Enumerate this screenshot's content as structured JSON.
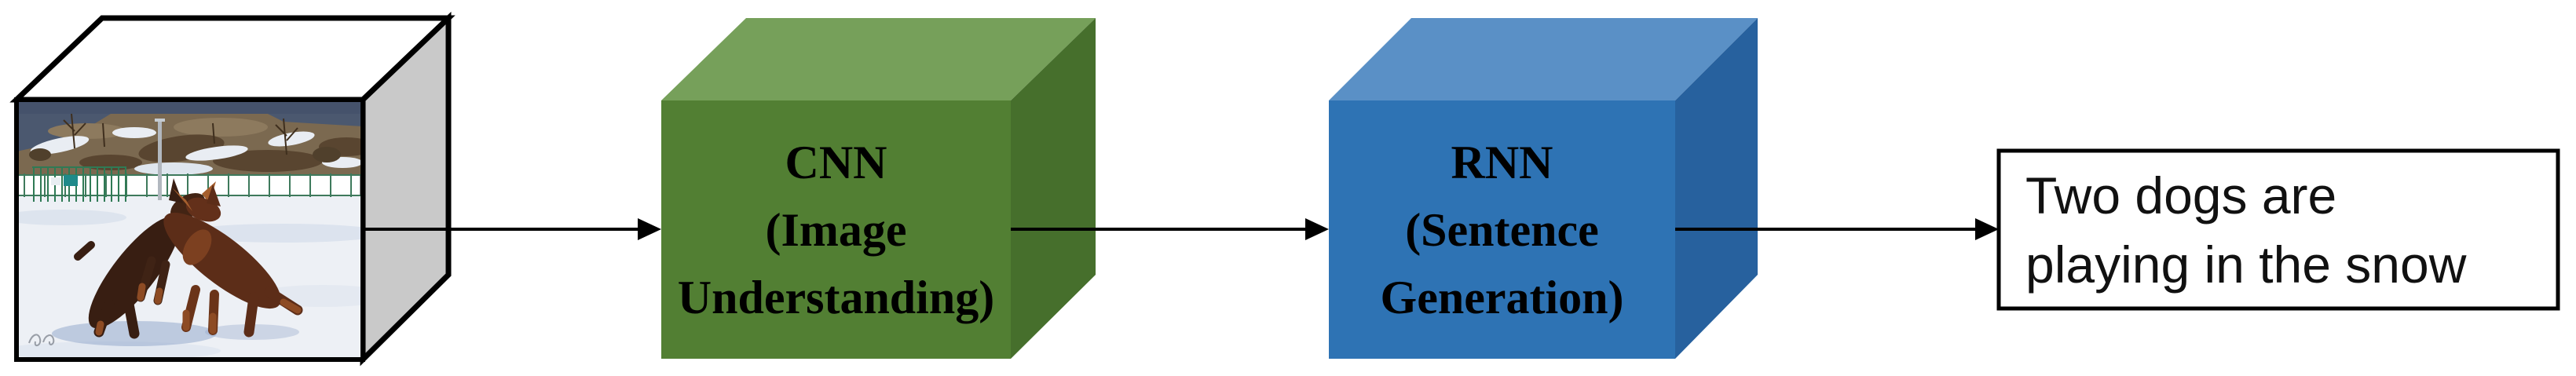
{
  "cubes": {
    "input": {
      "photo_alt": "Photograph of two brown dogs playing in the snow in front of a green fence and snowy hillside",
      "top_color": "#ffffff",
      "side_color": "#c9c9c9",
      "outline_color": "#000000"
    },
    "cnn": {
      "label": "CNN\n(Image\nUnderstanding)",
      "front_color": "#527f33",
      "top_color": "#76a05a",
      "side_color": "#466f2c"
    },
    "rnn": {
      "label": "RNN\n(Sentence\nGeneration)",
      "front_color": "#2e73b4",
      "top_color": "#5a90c6",
      "side_color": "#27619e"
    }
  },
  "output": {
    "caption": "Two dogs are\nplaying in the snow",
    "fill_color": "#ffffff",
    "border_color": "#000000"
  },
  "arrow_color": "#000000"
}
